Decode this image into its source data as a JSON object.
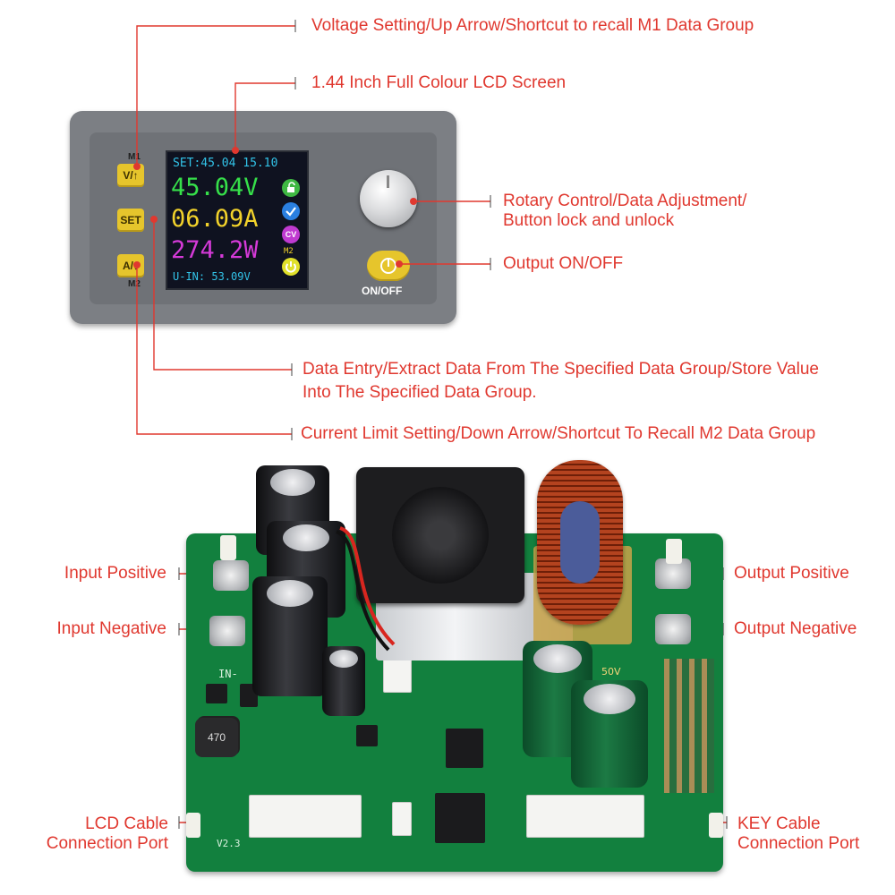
{
  "callouts": {
    "voltage_setting": "Voltage Setting/Up Arrow/Shortcut to recall M1 Data Group",
    "lcd_screen": "1.44 Inch Full Colour LCD Screen",
    "rotary_line1": "Rotary Control/Data Adjustment/",
    "rotary_line2": "Button lock and unlock",
    "output_onoff": "Output ON/OFF",
    "data_entry_line1": "Data Entry/Extract Data From The Specified Data Group/Store Value",
    "data_entry_line2": "Into The Specified Data Group.",
    "current_limit": "Current Limit Setting/Down Arrow/Shortcut To Recall M2 Data Group",
    "input_positive": "Input Positive",
    "input_negative": "Input Negative",
    "output_positive": "Output Positive",
    "output_negative": "Output Negative",
    "lcd_cable_line1": "LCD Cable",
    "lcd_cable_line2": "Connection Port",
    "key_cable_line1": "KEY Cable",
    "key_cable_line2": "Connection Port"
  },
  "device": {
    "btn_up_tag": "M1",
    "btn_up_label": "V/↑",
    "btn_set_label": "SET",
    "btn_down_label": "A/↓",
    "btn_down_tag": "M2",
    "onoff_label": "ON/OFF"
  },
  "lcd": {
    "set_line": "SET:45.04 15.10",
    "voltage": "45.04V",
    "current": "06.09A",
    "power": "274.2W",
    "input_line": "U-IN: 53.09V",
    "mode": "CV",
    "memory": "M2",
    "colors": {
      "voltage": "#36e04a",
      "current": "#f2d22b",
      "power": "#d53ad8",
      "info": "#32c3e8"
    }
  },
  "board": {
    "silk_version": "V2.3",
    "silk_in": "IN-",
    "cap_rating": "50V"
  },
  "colors": {
    "accent": "#e0382f",
    "board": "#12803e",
    "button": "#e6c52c"
  }
}
